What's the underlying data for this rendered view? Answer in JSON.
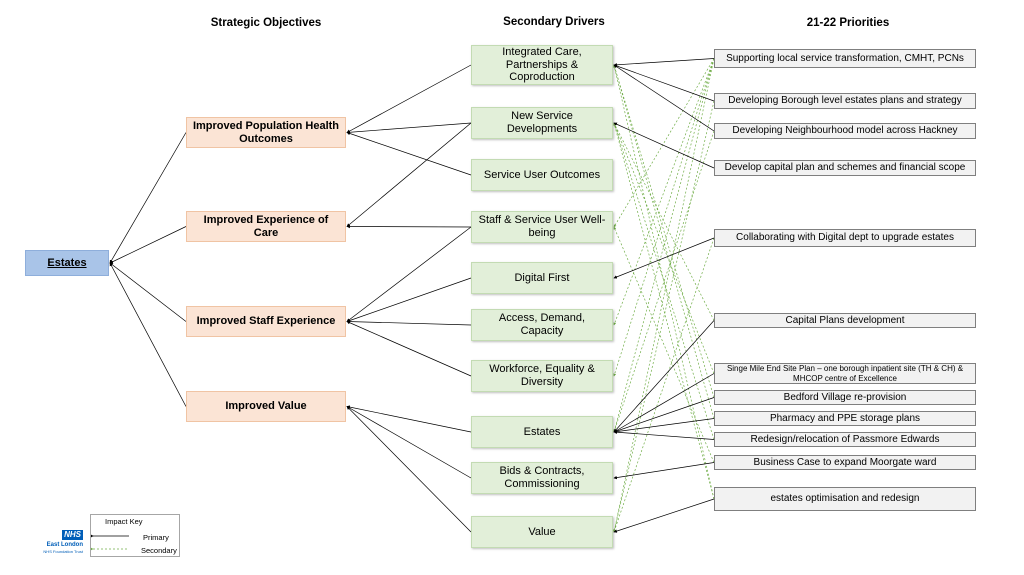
{
  "headers": {
    "objectives": "Strategic Objectives",
    "drivers": "Secondary Drivers",
    "priorities": "21-22 Priorities"
  },
  "root": {
    "label": "Estates"
  },
  "objectives": [
    {
      "id": "o1",
      "label": "Improved Population Health Outcomes"
    },
    {
      "id": "o2",
      "label": "Improved Experience of Care"
    },
    {
      "id": "o3",
      "label": "Improved Staff Experience"
    },
    {
      "id": "o4",
      "label": "Improved Value"
    }
  ],
  "drivers": [
    {
      "id": "d1",
      "label": "Integrated Care, Partnerships & Coproduction"
    },
    {
      "id": "d2",
      "label": "New Service Developments"
    },
    {
      "id": "d3",
      "label": "Service User Outcomes"
    },
    {
      "id": "d4",
      "label": "Staff & Service User Well-being"
    },
    {
      "id": "d5",
      "label": "Digital First"
    },
    {
      "id": "d6",
      "label": "Access, Demand, Capacity"
    },
    {
      "id": "d7",
      "label": "Workforce, Equality & Diversity"
    },
    {
      "id": "d8",
      "label": "Estates"
    },
    {
      "id": "d9",
      "label": "Bids & Contracts, Commissioning"
    },
    {
      "id": "d10",
      "label": "Value"
    }
  ],
  "priorities": [
    {
      "id": "p1",
      "label": "Supporting local service transformation, CMHT, PCNs"
    },
    {
      "id": "p2",
      "label": "Developing Borough level estates plans and strategy"
    },
    {
      "id": "p3",
      "label": "Developing Neighbourhood model across Hackney"
    },
    {
      "id": "p4",
      "label": "Develop capital plan and schemes and financial scope"
    },
    {
      "id": "p5",
      "label": "Collaborating  with Digital dept to upgrade estates"
    },
    {
      "id": "p6",
      "label": "Capital Plans development"
    },
    {
      "id": "p7",
      "label": "Singe Mile End Site Plan – one borough inpatient site (TH & CH) & MHCOP centre of Excellence"
    },
    {
      "id": "p8",
      "label": "Bedford Village re-provision"
    },
    {
      "id": "p9",
      "label": "Pharmacy and PPE storage plans"
    },
    {
      "id": "p10",
      "label": "Redesign/relocation of Passmore Edwards"
    },
    {
      "id": "p11",
      "label": "Business Case to expand Moorgate ward"
    },
    {
      "id": "p12",
      "label": "estates optimisation and redesign"
    }
  ],
  "impact_key": {
    "title": "Impact Key",
    "primary": "Primary",
    "secondary": "Secondary",
    "primary_color": "#000000",
    "secondary_color": "#70ad47"
  },
  "logo": {
    "badge": "NHS",
    "org": "East London",
    "subtitle": "NHS Foundation Trust"
  },
  "links": {
    "root_to_objectives": [
      "o1",
      "o2",
      "o3",
      "o4"
    ],
    "objective_to_driver": [
      [
        "o1",
        "d1"
      ],
      [
        "o1",
        "d2"
      ],
      [
        "o1",
        "d3"
      ],
      [
        "o2",
        "d2"
      ],
      [
        "o2",
        "d4"
      ],
      [
        "o3",
        "d4"
      ],
      [
        "o3",
        "d5"
      ],
      [
        "o3",
        "d6"
      ],
      [
        "o3",
        "d7"
      ],
      [
        "o4",
        "d8"
      ],
      [
        "o4",
        "d9"
      ],
      [
        "o4",
        "d10"
      ]
    ],
    "primary_priority_to_driver": [
      [
        "p1",
        "d1"
      ],
      [
        "p2",
        "d1"
      ],
      [
        "p3",
        "d1"
      ],
      [
        "p4",
        "d2"
      ],
      [
        "p5",
        "d5"
      ],
      [
        "p6",
        "d8"
      ],
      [
        "p7",
        "d8"
      ],
      [
        "p8",
        "d8"
      ],
      [
        "p9",
        "d8"
      ],
      [
        "p10",
        "d8"
      ],
      [
        "p11",
        "d9"
      ],
      [
        "p12",
        "d10"
      ]
    ],
    "secondary_priority_to_driver": [
      [
        "p1",
        "d4"
      ],
      [
        "p1",
        "d6"
      ],
      [
        "p1",
        "d7"
      ],
      [
        "p1",
        "d8"
      ],
      [
        "p1",
        "d10"
      ],
      [
        "p2",
        "d10"
      ],
      [
        "p3",
        "d8"
      ],
      [
        "p5",
        "d10"
      ],
      [
        "p6",
        "d2"
      ],
      [
        "p7",
        "d2"
      ],
      [
        "p8",
        "d1"
      ],
      [
        "p9",
        "d1"
      ],
      [
        "p10",
        "d2"
      ],
      [
        "p11",
        "d4"
      ],
      [
        "p12",
        "d2"
      ],
      [
        "p12",
        "d1"
      ]
    ]
  }
}
